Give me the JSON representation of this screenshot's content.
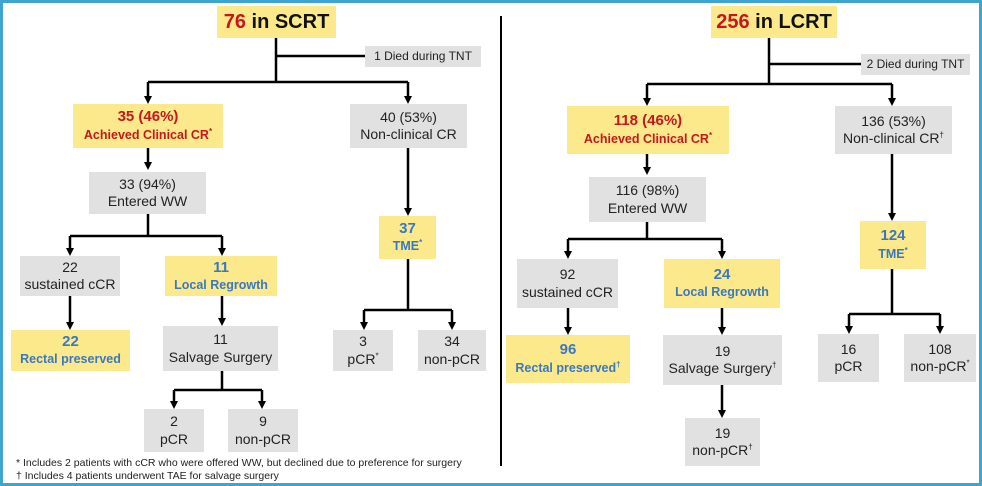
{
  "left": {
    "title_number": "76",
    "title_text": " in SCRT",
    "died_note": "1 Died during TNT",
    "ccr": {
      "value": "35 (46%)",
      "label": "Achieved Clinical CR",
      "mark": "*"
    },
    "nonccr": {
      "value": "40 (53%)",
      "label": "Non-clinical CR",
      "mark": ""
    },
    "ww": {
      "value": "33 (94%)",
      "label": "Entered WW"
    },
    "tme": {
      "value": "37",
      "label": "TME",
      "mark": "*"
    },
    "sustained": {
      "value": "22",
      "label": "sustained cCR"
    },
    "regrowth": {
      "value": "11",
      "label": "Local Regrowth"
    },
    "rectal": {
      "value": "22",
      "label": "Rectal preserved",
      "mark": ""
    },
    "salvage": {
      "value": "11",
      "label": "Salvage Surgery",
      "mark": ""
    },
    "tme_pcr": {
      "value": "3",
      "label": "pCR",
      "mark": "*"
    },
    "tme_nonpcr": {
      "value": "34",
      "label": "non-pCR",
      "mark": ""
    },
    "salv_pcr": {
      "value": "2",
      "label": "pCR"
    },
    "salv_nonpcr": {
      "value": "9",
      "label": "non-pCR"
    }
  },
  "right": {
    "title_number": "256",
    "title_text": " in LCRT",
    "died_note": "2 Died during TNT",
    "ccr": {
      "value": "118 (46%)",
      "label": "Achieved Clinical CR",
      "mark": "*"
    },
    "nonccr": {
      "value": "136 (53%)",
      "label": "Non-clinical CR",
      "mark": "†"
    },
    "ww": {
      "value": "116 (98%)",
      "label": "Entered WW"
    },
    "tme": {
      "value": "124",
      "label": "TME",
      "mark": "*"
    },
    "sustained": {
      "value": "92",
      "label": "sustained cCR"
    },
    "regrowth": {
      "value": "24",
      "label": "Local Regrowth"
    },
    "rectal": {
      "value": "96",
      "label": "Rectal preserved",
      "mark": "†"
    },
    "salvage": {
      "value": "19",
      "label": "Salvage Surgery",
      "mark": "†"
    },
    "tme_pcr": {
      "value": "16",
      "label": "pCR",
      "mark": ""
    },
    "tme_nonpcr": {
      "value": "108",
      "label": "non-pCR",
      "mark": "*"
    },
    "salv_nonpcr": {
      "value": "19",
      "label": "non-pCR",
      "mark": "†"
    }
  },
  "footnotes": [
    "* Includes 2 patients with cCR who were offered WW, but declined due to preference for surgery",
    "† Includes 4 patients underwent TAE for salvage surgery"
  ]
}
